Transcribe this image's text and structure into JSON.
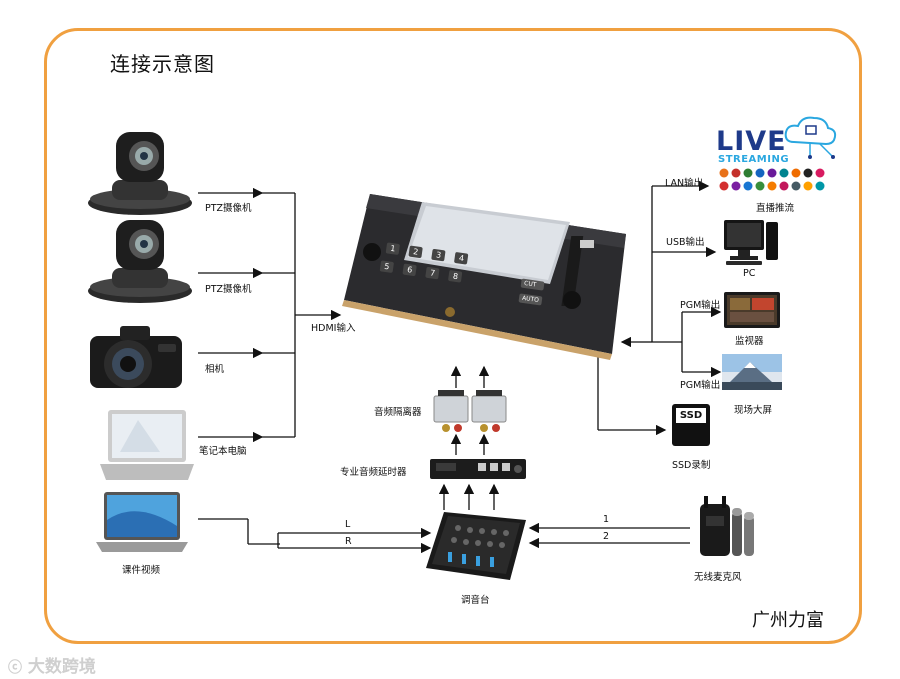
{
  "title": "连接示意图",
  "brand": "广州力富",
  "watermark": "大数跨境",
  "inputs": {
    "ptz1": "PTZ摄像机",
    "ptz2": "PTZ摄像机",
    "camera": "相机",
    "laptop": "笔记本电脑",
    "courseware": "课件视频",
    "hdmi_in": "HDMI输入"
  },
  "outputs": {
    "lan": "LAN输出",
    "live_stream": "直播推流",
    "usb": "USB输出",
    "pc": "PC",
    "pgm1": "PGM输出",
    "monitor": "监视器",
    "pgm2": "PGM输出",
    "big_screen": "现场大屏",
    "ssd": "SSD录制",
    "ssd_badge": "SSD"
  },
  "audio": {
    "isolator": "音频隔离器",
    "delay": "专业音频延时器",
    "mixer": "调音台",
    "wireless_mic": "无线麦克风",
    "line_l": "L",
    "line_r": "R",
    "ch1": "1",
    "ch2": "2"
  },
  "live_logo": {
    "word1": "LIVE",
    "word2": "STREAMING"
  },
  "device_keys": [
    "1",
    "2",
    "3",
    "4",
    "5",
    "6",
    "7",
    "8"
  ],
  "device_buttons": [
    "CUT",
    "AUTO"
  ],
  "colors": {
    "frame": "#f0a040",
    "logo_blue": "#1e3a8a",
    "logo_cyan": "#2aa7e0"
  }
}
